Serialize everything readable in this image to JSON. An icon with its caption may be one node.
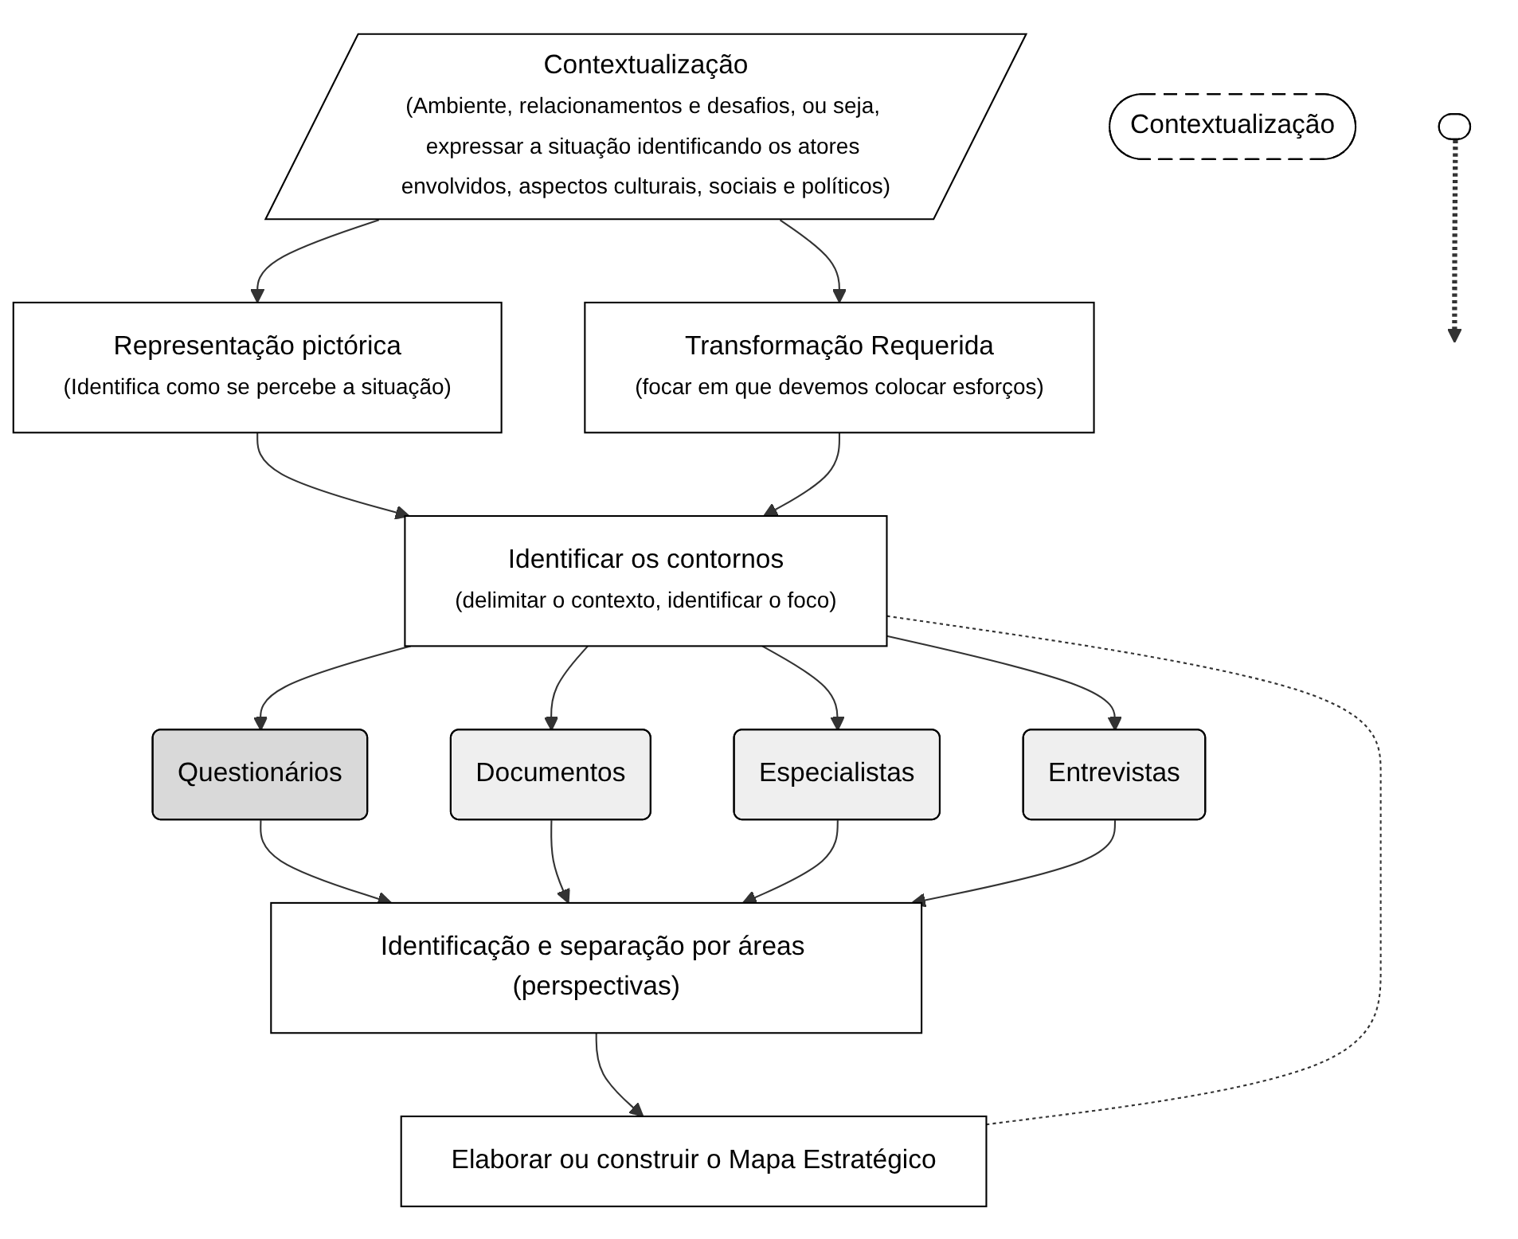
{
  "diagram": {
    "nodes": [
      {
        "text": [
          "Contextualização",
          "(Ambiente, relacionamentos e desafios, ou seja, expressar a situação identificando os atores envolvidos, aspectos culturais, sociais e políticos)"
        ]
      },
      {
        "text": [
          "Representação pictórica",
          "(Identifica como se percebe a situação)"
        ]
      },
      {
        "text": [
          "Transformação Requerida",
          "(focar em que devemos colocar esforços)"
        ]
      },
      {
        "text": [
          "Identificar os contornos",
          "(delimitar o contexto, identificar o foco)"
        ]
      },
      {
        "text": [
          "Questionários"
        ]
      },
      {
        "text": [
          "Documentos"
        ]
      },
      {
        "text": [
          "Especialistas"
        ]
      },
      {
        "text": [
          "Entrevistas"
        ]
      },
      {
        "text": [
          "Identificação e separação por áreas (perspectivas)"
        ]
      },
      {
        "text": [
          "Elaborar ou construir o Mapa Estratégico"
        ]
      },
      {
        "text": [
          "Contextualização"
        ]
      },
      {
        "text": [],
        "shape": "ellipse"
      }
    ],
    "edges": [
      {
        "from": 0,
        "to": 1,
        "arrow": "to"
      },
      {
        "from": 0,
        "to": 2,
        "arrow": "to"
      },
      {
        "from": 1,
        "to": 3,
        "arrow": "to"
      },
      {
        "from": 2,
        "to": 3,
        "arrow": "to"
      },
      {
        "from": 3,
        "to": 4,
        "arrow": "to"
      },
      {
        "from": 3,
        "to": 5,
        "arrow": "to"
      },
      {
        "from": 3,
        "to": 6,
        "arrow": "to"
      },
      {
        "from": 3,
        "to": 7,
        "arrow": "to"
      },
      {
        "from": 4,
        "to": 8,
        "arrow": "to"
      },
      {
        "from": 5,
        "to": 8,
        "arrow": "to"
      },
      {
        "from": 6,
        "to": 8,
        "arrow": "to"
      },
      {
        "from": 7,
        "to": 8,
        "arrow": "to"
      },
      {
        "from": 8,
        "to": 9,
        "arrow": "to"
      },
      {
        "from": 3,
        "to": 9,
        "arrow": "none",
        "style": "dashed"
      },
      {
        "from": 11,
        "to": null,
        "arrow": "to",
        "style": "dashed"
      }
    ]
  }
}
